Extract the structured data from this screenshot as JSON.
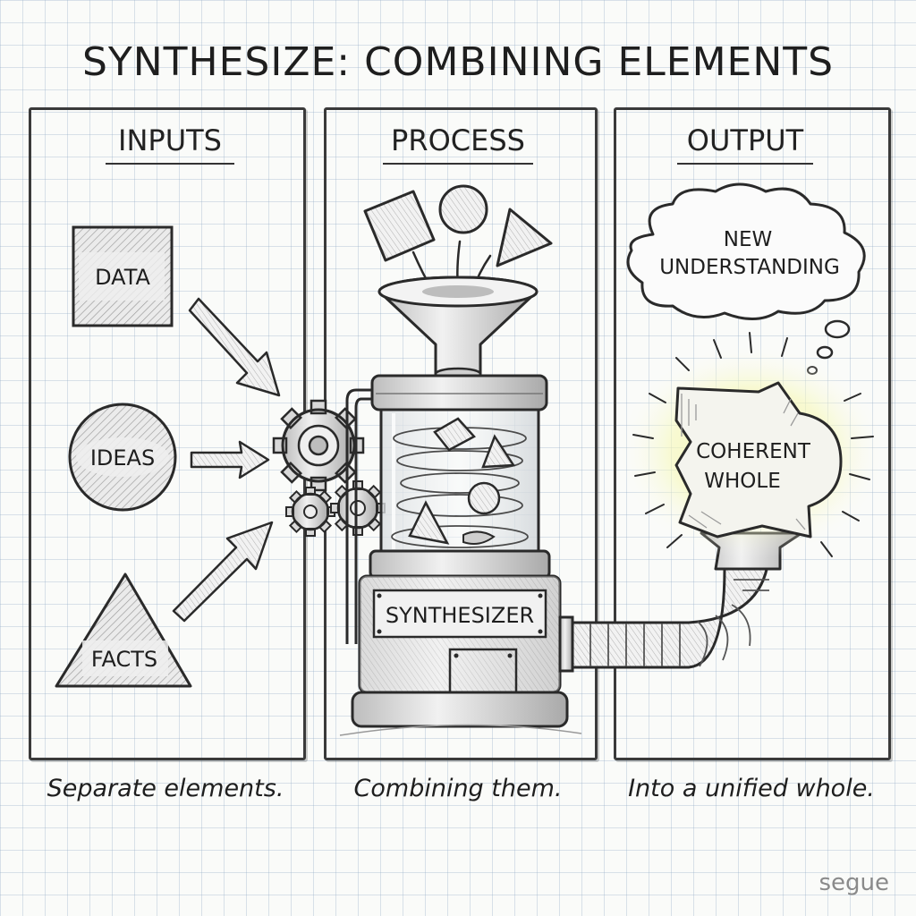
{
  "title": "SYNTHESIZE: COMBINING ELEMENTS",
  "panels": {
    "inputs": {
      "heading": "INPUTS",
      "items": [
        "DATA",
        "IDEAS",
        "FACTS"
      ],
      "caption": "Separate elements."
    },
    "process": {
      "heading": "PROCESS",
      "machine_label": "SYNTHESIZER",
      "caption": "Combining them."
    },
    "output": {
      "heading": "OUTPUT",
      "thought_line1": "NEW",
      "thought_line2": "UNDERSTANDING",
      "result_line1": "COHERENT",
      "result_line2": "WHOLE",
      "caption": "Into a unified whole."
    }
  },
  "watermark": "segue",
  "icons": [
    "square-icon",
    "circle-icon",
    "triangle-icon",
    "gear-icon",
    "funnel-icon",
    "thought-cloud-icon",
    "hose-icon"
  ],
  "colors": {
    "ink": "#2a2a2a",
    "shade": "#c9c9c9",
    "glow": "#f3f4a0"
  }
}
